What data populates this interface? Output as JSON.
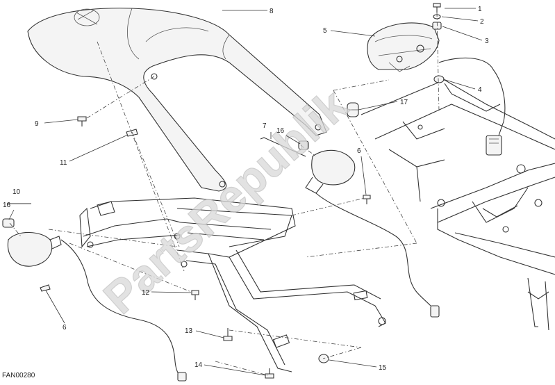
{
  "diagram": {
    "code": "FAN00280",
    "watermark": "PartsRepublik",
    "callouts": [
      {
        "id": "c1",
        "label": "1"
      },
      {
        "id": "c2",
        "label": "2"
      },
      {
        "id": "c3",
        "label": "3"
      },
      {
        "id": "c4",
        "label": "4"
      },
      {
        "id": "c5",
        "label": "5"
      },
      {
        "id": "c6a",
        "label": "6"
      },
      {
        "id": "c6b",
        "label": "6"
      },
      {
        "id": "c7",
        "label": "7"
      },
      {
        "id": "c8",
        "label": "8"
      },
      {
        "id": "c9",
        "label": "9"
      },
      {
        "id": "c10",
        "label": "10"
      },
      {
        "id": "c11",
        "label": "11"
      },
      {
        "id": "c12",
        "label": "12"
      },
      {
        "id": "c13",
        "label": "13"
      },
      {
        "id": "c14",
        "label": "14"
      },
      {
        "id": "c15",
        "label": "15"
      },
      {
        "id": "c16a",
        "label": "16"
      },
      {
        "id": "c16b",
        "label": "16"
      },
      {
        "id": "c17",
        "label": "17"
      }
    ]
  }
}
